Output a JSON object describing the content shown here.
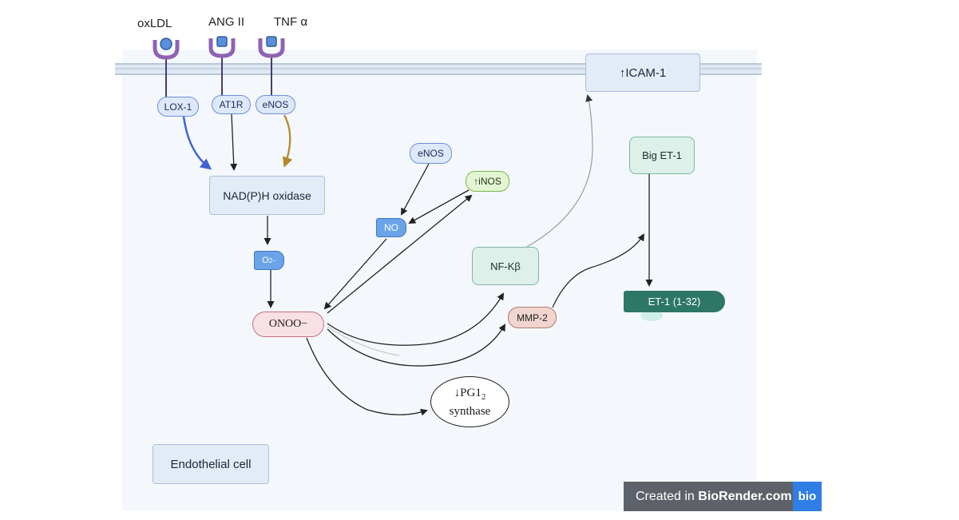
{
  "ligands": {
    "oxldl": "oxLDL",
    "ang2": "ANG II",
    "tnfa": "TNF α"
  },
  "receptors": {
    "lox1": "LOX-1",
    "at1r": "AT1R",
    "enos_membrane": "eNOS"
  },
  "nodes": {
    "icam": "↑ICAM-1",
    "nadph": "NAD(P)H oxidase",
    "enos": "eNOS",
    "inos": "↑iNOS",
    "no": "NO",
    "o2_base": "O",
    "o2_sub": "2",
    "o2_sup": "−",
    "nfkb": "NF-Kβ",
    "big_et1": "Big ET-1",
    "onoo": "ONOO−",
    "mmp2": "MMP-2",
    "et1": "ET-1 (1-32)",
    "pg_line1_main": "↓PG1",
    "pg_line1_sub": "2",
    "pg_line2": "synthase",
    "endothelial": "Endothelial cell"
  },
  "badge": {
    "prefix": "Created in ",
    "brand": "BioRender.com",
    "logo": "bio"
  },
  "colors": {
    "membrane": "#dfe8f1",
    "receptor_purple": "#8e63b3",
    "lox_arrow": "#3f63d3",
    "enos_arrow": "#b1892a",
    "no_blue": "#6aa3e8",
    "et1_teal": "#2e7767",
    "onoo_pink": "#f8e1e6"
  }
}
